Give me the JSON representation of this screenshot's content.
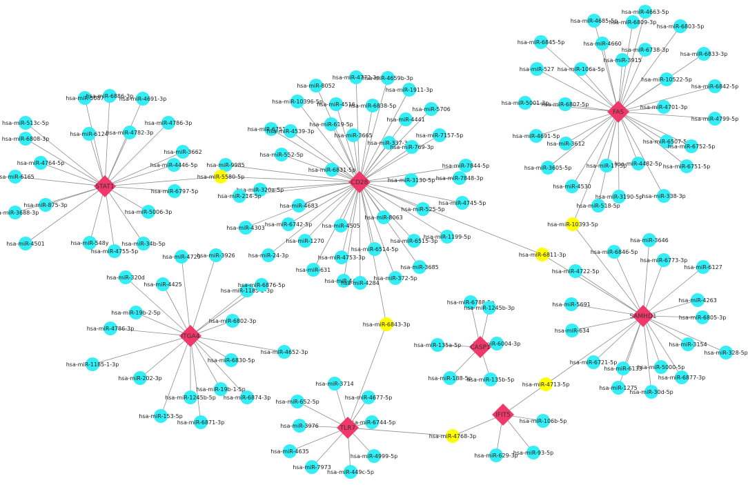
{
  "colors": {
    "mirna_node": "#33eef5",
    "shared_node": "#ffff00",
    "gene_node": "#f0386b",
    "edge": "#8c8c8c"
  },
  "genes": [
    {
      "id": "STAT1",
      "label": "STAT1"
    },
    {
      "id": "CD28",
      "label": "CD28"
    },
    {
      "id": "FAS",
      "label": "FAS"
    },
    {
      "id": "ITGA4",
      "label": "ITGA4"
    },
    {
      "id": "SAMHD1",
      "label": "SAMHD1"
    },
    {
      "id": "CASP1",
      "label": "CASP1"
    },
    {
      "id": "TLR7",
      "label": "TLR7"
    },
    {
      "id": "IFIT5",
      "label": "IFIT5"
    }
  ],
  "shared_mirnas": [
    {
      "label": "hsa-miR-5580-5p",
      "targets": [
        "STAT1",
        "CD28"
      ]
    },
    {
      "label": "hsa-miR-10393-5p",
      "targets": [
        "FAS",
        "SAMHD1"
      ]
    },
    {
      "label": "hsa-miR-6811-3p",
      "targets": [
        "CD28",
        "SAMHD1"
      ]
    },
    {
      "label": "hsa-miR-6843-3p",
      "targets": [
        "CD28",
        "TLR7"
      ]
    },
    {
      "label": "hsa-miR-4713-5p",
      "targets": [
        "SAMHD1",
        "IFIT5"
      ]
    },
    {
      "label": "hsa-miR-4768-3p",
      "targets": [
        "TLR7",
        "IFIT5"
      ]
    }
  ],
  "mirnas": {
    "STAT1": [
      "hsa-miR-5087",
      "hsa-miR-6886-3p",
      "hsa-miR-4691-3p",
      "hsa-miR-513c-5p",
      "hsa-miR-6124",
      "hsa-miR-4782-3p",
      "hsa-miR-4786-3p",
      "hsa-miR-6808-3p",
      "hsa-miR-3662",
      "hsa-miR-4764-5p",
      "hsa-miR-4446-5p",
      "hsa-miR-6165",
      "hsa-miR-6797-5p",
      "hsa-miR-875-3p",
      "hsa-miR-3688-3p",
      "hsa-miR-5006-3p",
      "hsa-miR-4501",
      "hsa-miR-548y",
      "hsa-miR-4755-5p",
      "hsa-miR-34b-5p"
    ],
    "CD28": [
      "hsa-miR-4772-3p",
      "hsa-miR-8052",
      "hsa-miR-4659b-3p",
      "hsa-miR-1911-3p",
      "hsa-miR-10396-5p",
      "hsa-miR-4516",
      "hsa-miR-6838-5p",
      "hsa-miR-5706",
      "hsa-miR-619-5p",
      "hsa-miR-4441",
      "hsa-miR-6751-3p",
      "hsa-miR-4539-3p",
      "hsa-miR-3665",
      "hsa-miR-337-3p",
      "hsa-miR-7157-5p",
      "hsa-miR-552-5p",
      "hsa-miR-769-3p",
      "hsa-miR-9985",
      "hsa-miR-6831-5p",
      "hsa-miR-7844-5p",
      "hsa-miR-3130-5p",
      "hsa-miR-7848-3p",
      "hsa-miR-320a-5p",
      "hsa-miR-214-5p",
      "hsa-miR-4683",
      "hsa-miR-4745-5p",
      "hsa-miR-525-5p",
      "hsa-miR-6742-5p",
      "hsa-miR-4303",
      "hsa-miR-8063",
      "hsa-miR-4505",
      "hsa-miR-1199-5p",
      "hsa-miR-6515-3p",
      "hsa-miR-1270",
      "hsa-miR-6514-5p",
      "hsa-miR-24-3p",
      "hsa-miR-4753-3p",
      "hsa-miR-3685",
      "hsa-miR-631",
      "hsa-miR-4481",
      "hsa-miR-4284",
      "hsa-miR-372-5p"
    ],
    "FAS": [
      "hsa-miR-4663-5p",
      "hsa-miR-4685-5p",
      "hsa-miR-6809-3p",
      "hsa-miR-6803-5p",
      "hsa-miR-6845-5p",
      "hsa-miR-4660",
      "hsa-miR-6738-3p",
      "hsa-miR-6833-3p",
      "hsa-miR-3915",
      "hsa-miR-527",
      "hsa-miR-106a-5p",
      "hsa-miR-10522-5p",
      "hsa-miR-6842-5p",
      "hsa-miR-5001-3p",
      "hsa-miR-6807-5p",
      "hsa-miR-4701-3p",
      "hsa-miR-4799-5p",
      "hsa-miR-4691-5p",
      "hsa-miR-3612",
      "hsa-miR-6507-5p",
      "hsa-miR-6752-5p",
      "hsa-miR-3605-5p",
      "hsa-miR-17-5p",
      "hsa-miR-4482-5p",
      "hsa-miR-6751-5p",
      "hsa-miR-4530",
      "hsa-miR-3190-5p",
      "hsa-miR-338-3p",
      "hsa-miR-518-5p"
    ],
    "ITGA4": [
      "hsa-miR-4729",
      "hsa-miR-3926",
      "hsa-miR-320d",
      "hsa-miR-4425",
      "hsa-miR-1185-2-3p",
      "hsa-miR-6876-5p",
      "hsa-miR-19b-2-5p",
      "hsa-miR-4786-3p",
      "hsa-miR-6802-3p",
      "hsa-miR-4652-3p",
      "hsa-miR-6830-5p",
      "hsa-miR-1185-1-3p",
      "hsa-miR-202-3p",
      "hsa-miR-1245b-5p",
      "hsa-miR-19b-1-5p",
      "hsa-miR-6874-3p",
      "hsa-miR-153-5p",
      "hsa-miR-6871-3p"
    ],
    "SAMHD1": [
      "hsa-miR-3646",
      "hsa-miR-6846-5p",
      "hsa-miR-6773-3p",
      "hsa-miR-6127",
      "hsa-miR-4722-5p",
      "hsa-miR-4263",
      "hsa-miR-5691",
      "hsa-miR-6805-3p",
      "hsa-miR-634",
      "hsa-miR-3154",
      "hsa-miR-328-5p",
      "hsa-miR-6721-5p",
      "hsa-miR-5000-5p",
      "hsa-miR-6133",
      "hsa-miR-6877-3p",
      "hsa-miR-1275",
      "hsa-miR-30d-5p"
    ],
    "CASP1": [
      "hsa-miR-6788-5p",
      "hsa-miR-1245b-3p",
      "hsa-miR-6004-3p",
      "hsa-miR-135a-5p",
      "hsa-miR-188-5p",
      "hsa-miR-135b-5p"
    ],
    "TLR7": [
      "hsa-miR-3714",
      "hsa-miR-652-5p",
      "hsa-miR-4677-5p",
      "hsa-miR-3976",
      "hsa-miR-6744-5p",
      "hsa-miR-4635",
      "hsa-miR-4999-5p",
      "hsa-miR-7973",
      "hsa-miR-449c-5p"
    ],
    "IFIT5": [
      "hsa-miR-106b-5p",
      "hsa-miR-629-3p",
      "hsa-miR-93-5p"
    ]
  }
}
